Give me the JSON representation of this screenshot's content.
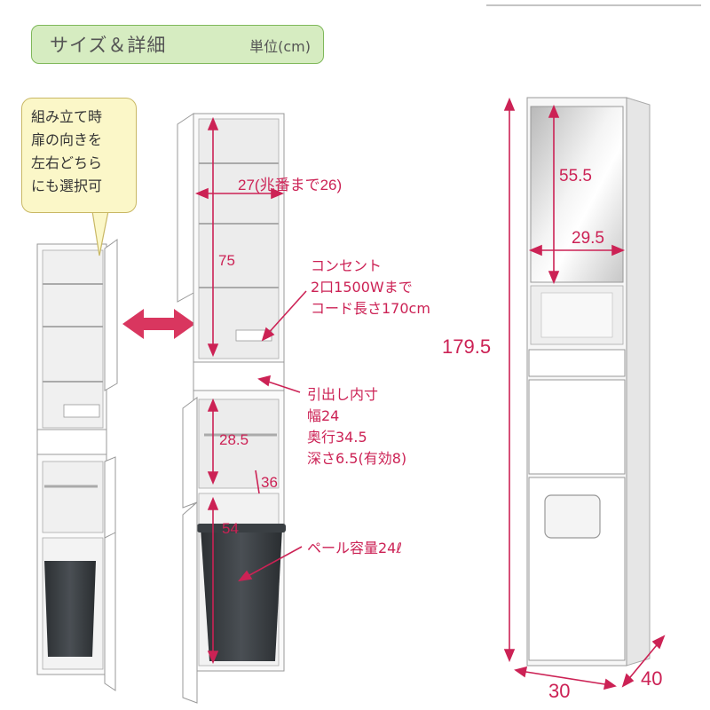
{
  "header": {
    "title": "サイズ＆詳細",
    "unit": "単位(cm)"
  },
  "callout": {
    "lines": [
      "組み立て時",
      "扉の向きを",
      "左右どちら",
      "にも選択可"
    ]
  },
  "dimensions": {
    "shelf_width": "27(兆番まで26)",
    "upper_height": "75",
    "drawer_section_height": "28.5",
    "lower_small": "36",
    "pail_height": "54",
    "total_height": "179.5",
    "mirror_height": "55.5",
    "mirror_width": "29.5",
    "width": "30",
    "depth": "40"
  },
  "notes": {
    "outlet": [
      "コンセント",
      "2口1500Wまで",
      "コード長さ170cm"
    ],
    "drawer": [
      "引出し内寸",
      "幅24",
      "奥行34.5",
      "深さ6.5(有効8)"
    ],
    "pail": "ペール容量24ℓ"
  },
  "colors": {
    "accent": "#cc2255",
    "header_bg": "#d6ecc1",
    "callout_bg": "#fbf7c8"
  }
}
